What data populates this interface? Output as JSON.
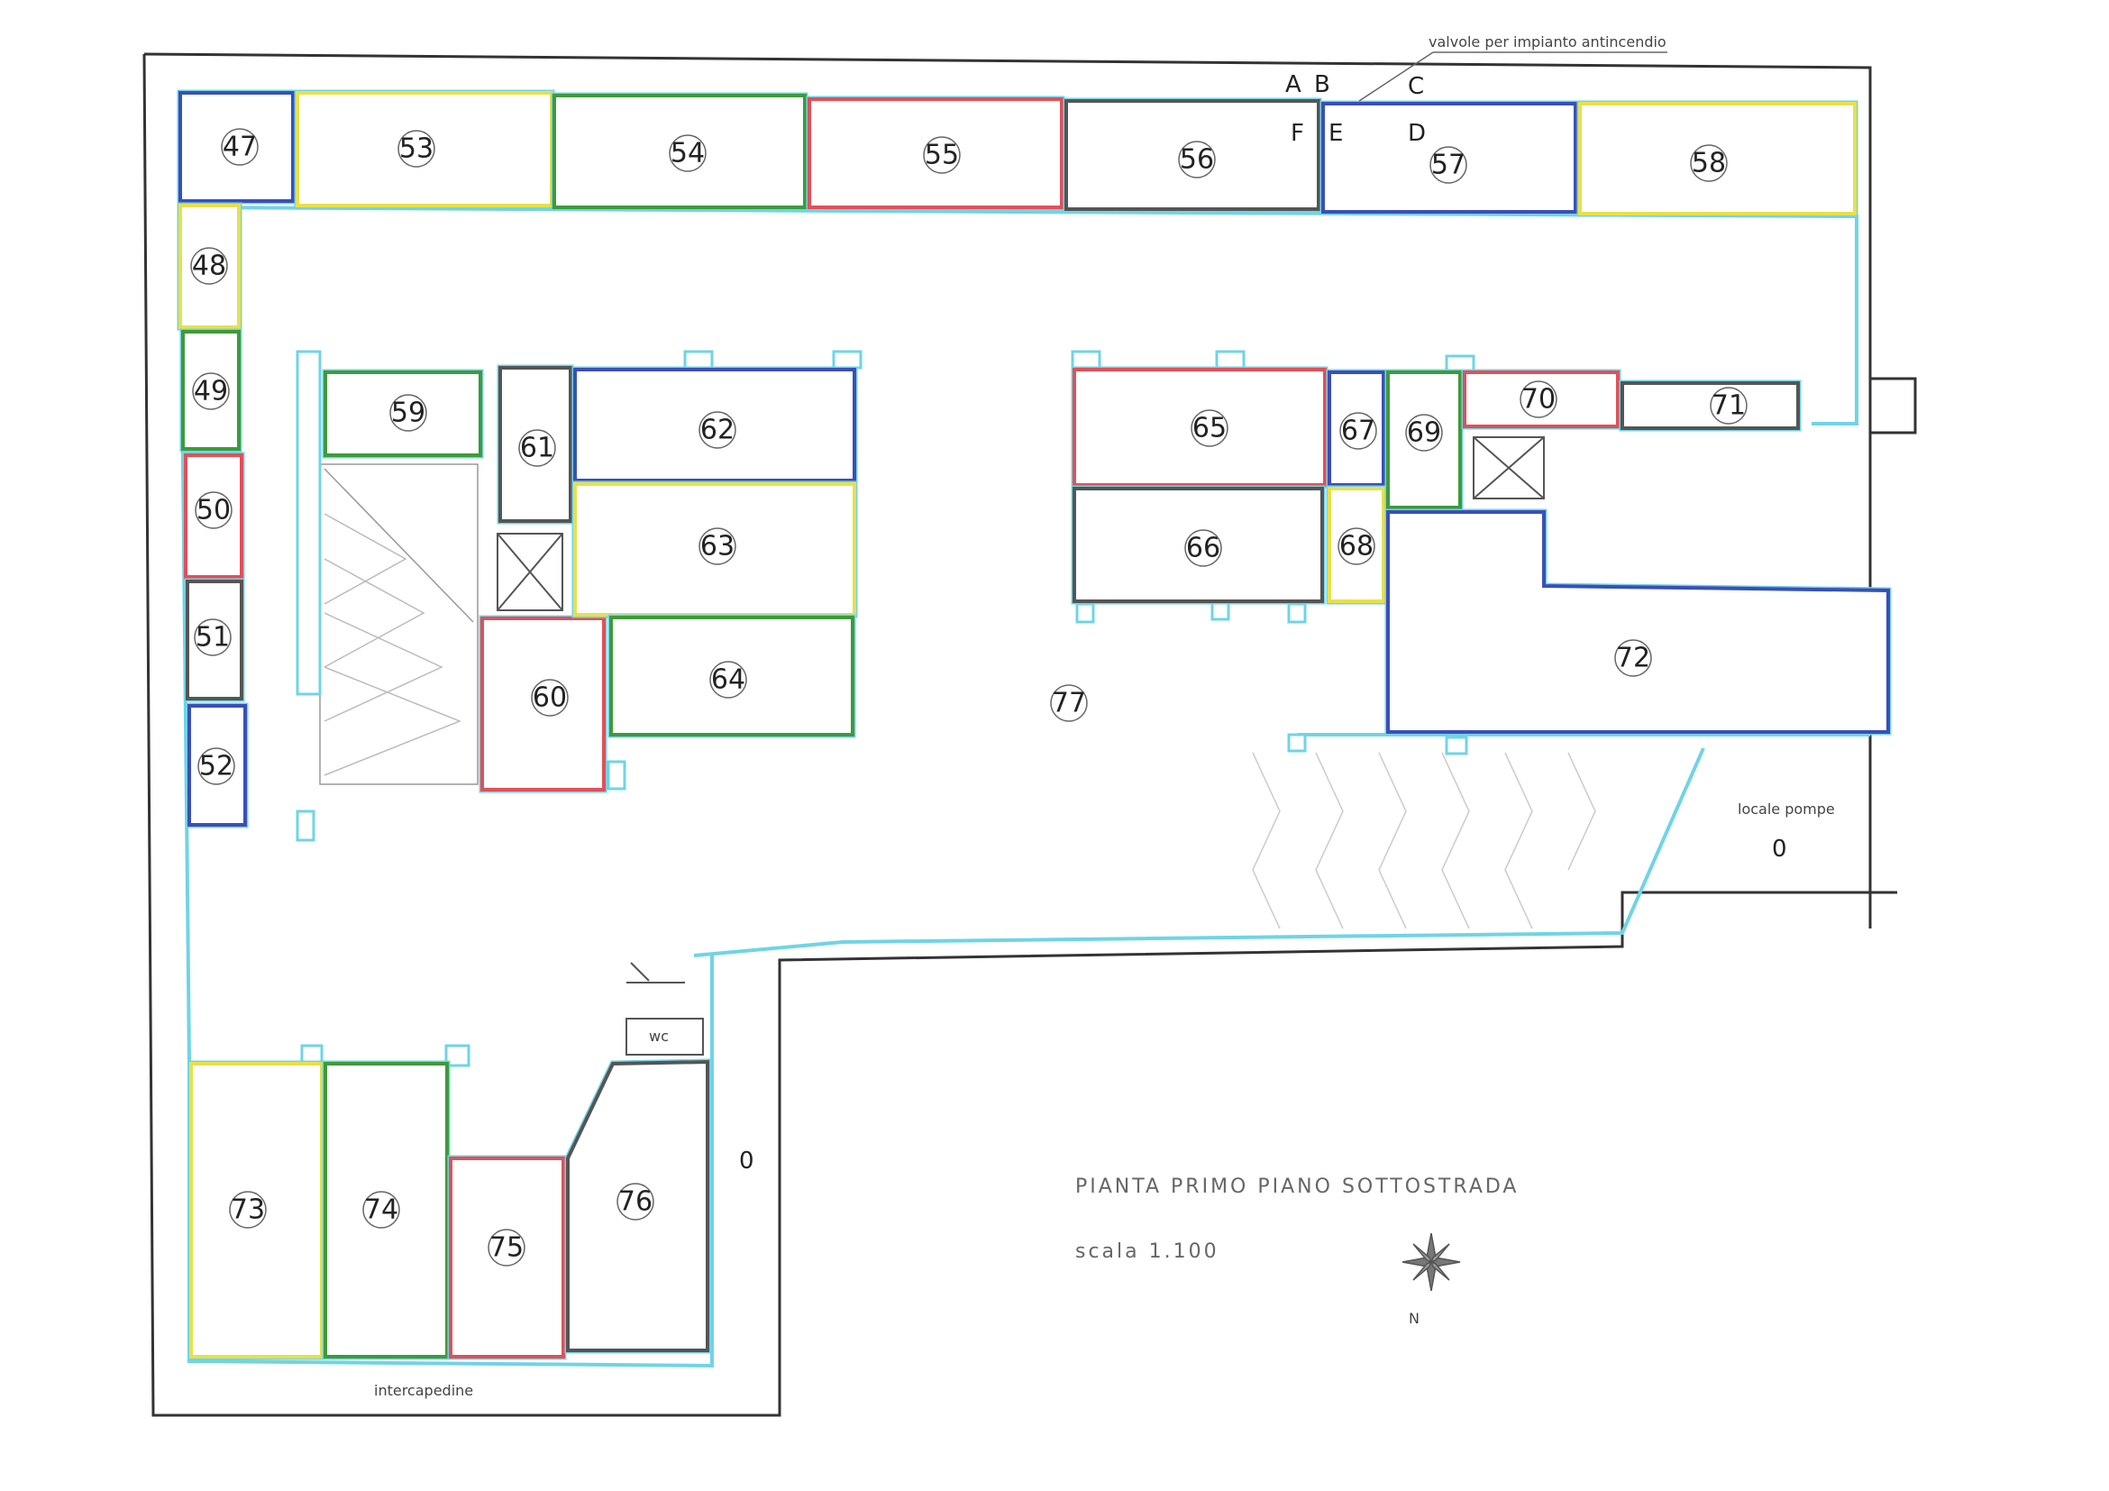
{
  "title": "PIANTA PRIMO PIANO SOTTOSTRADA",
  "scale": "scala 1.100",
  "notes": {
    "valves": "valvole per impianto antincendio",
    "pump_room": "locale pompe",
    "pump_zero": "0",
    "right_zero": "0",
    "interspace": "intercapedine",
    "wc": "wc",
    "compass_n": "N"
  },
  "markers": [
    "A",
    "B",
    "C",
    "D",
    "E",
    "F"
  ],
  "units": [
    {
      "id": "47",
      "label": "47",
      "color": "blue"
    },
    {
      "id": "48",
      "label": "48",
      "color": "yellow"
    },
    {
      "id": "49",
      "label": "49",
      "color": "green"
    },
    {
      "id": "50",
      "label": "50",
      "color": "red"
    },
    {
      "id": "51",
      "label": "51",
      "color": "gray"
    },
    {
      "id": "52",
      "label": "52",
      "color": "blue"
    },
    {
      "id": "53",
      "label": "53",
      "color": "yellow"
    },
    {
      "id": "54",
      "label": "54",
      "color": "green"
    },
    {
      "id": "55",
      "label": "55",
      "color": "red"
    },
    {
      "id": "56",
      "label": "56",
      "color": "gray"
    },
    {
      "id": "57",
      "label": "57",
      "color": "blue"
    },
    {
      "id": "58",
      "label": "58",
      "color": "yellow"
    },
    {
      "id": "59",
      "label": "59",
      "color": "green"
    },
    {
      "id": "60",
      "label": "60",
      "color": "red"
    },
    {
      "id": "61",
      "label": "61",
      "color": "gray"
    },
    {
      "id": "62",
      "label": "62",
      "color": "blue"
    },
    {
      "id": "63",
      "label": "63",
      "color": "yellow"
    },
    {
      "id": "64",
      "label": "64",
      "color": "green"
    },
    {
      "id": "65",
      "label": "65",
      "color": "red"
    },
    {
      "id": "66",
      "label": "66",
      "color": "gray"
    },
    {
      "id": "67",
      "label": "67",
      "color": "blue"
    },
    {
      "id": "68",
      "label": "68",
      "color": "yellow"
    },
    {
      "id": "69",
      "label": "69",
      "color": "green"
    },
    {
      "id": "70",
      "label": "70",
      "color": "red"
    },
    {
      "id": "71",
      "label": "71",
      "color": "gray"
    },
    {
      "id": "72",
      "label": "72",
      "color": "blue"
    },
    {
      "id": "73",
      "label": "73",
      "color": "yellow"
    },
    {
      "id": "74",
      "label": "74",
      "color": "green"
    },
    {
      "id": "75",
      "label": "75",
      "color": "red"
    },
    {
      "id": "76",
      "label": "76",
      "color": "gray"
    },
    {
      "id": "77",
      "label": "77",
      "color": "none"
    }
  ],
  "colors": {
    "blue": "#3a4fb8",
    "yellow": "#e8e04a",
    "green": "#3f9a3a",
    "red": "#e0505a",
    "gray": "#555555",
    "corridor": "#6fd4e6",
    "wall": "#333333"
  }
}
